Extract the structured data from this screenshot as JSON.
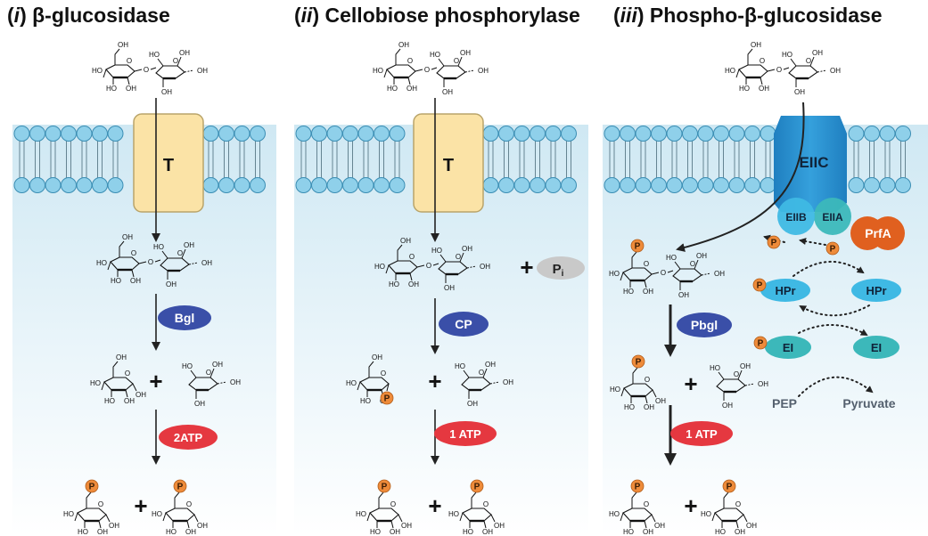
{
  "panels": [
    {
      "numeral": "i",
      "name": "β-glucosidase"
    },
    {
      "numeral": "ii",
      "name": "Cellobiose phosphorylase"
    },
    {
      "numeral": "iii",
      "name": "Phospho-β-glucosidase"
    }
  ],
  "transporter_label": "T",
  "enzymes": {
    "bgl": "Bgl",
    "cp": "CP",
    "pbgl": "Pbgl"
  },
  "cofactors": {
    "two_atp": "2ATP",
    "one_atp": "1 ATP",
    "pi_base": "P",
    "pi_sub": "i"
  },
  "pts": {
    "eiic": "EIIC",
    "eiib": "EIIB",
    "eiia": "EIIA",
    "prfa": "PrfA",
    "hpr": "HPr",
    "ei": "EI",
    "pep": "PEP",
    "pyruvate": "Pyruvate"
  },
  "phosphate_label": "P",
  "plus_sign": "+",
  "colors": {
    "membrane_head": "#8fd0ea",
    "membrane_head_stroke": "#3a8db3",
    "cytoplasm_top": "#cfe8f3",
    "transporter": "#fbe3a6",
    "enzyme": "#3a4fa8",
    "atp": "#e53840",
    "pi_oval": "#c9c9c9",
    "eiic": "#2a8fcf",
    "eii_light": "#3fb9e4",
    "teal": "#3cb8ba",
    "prfa": "#e0601f",
    "phosphate": "#ee8b3a",
    "pts_text": "#54606e"
  }
}
